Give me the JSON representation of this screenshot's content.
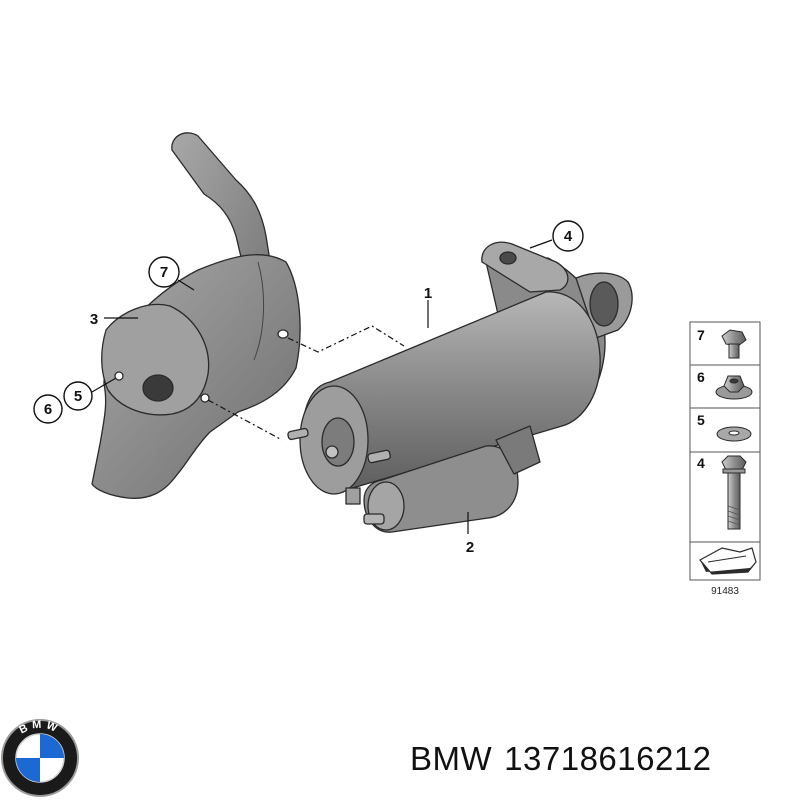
{
  "callouts": {
    "c1": "1",
    "c2": "2",
    "c3": "3",
    "c4": "4",
    "c5": "5",
    "c6": "6",
    "c7": "7"
  },
  "legend": {
    "items": [
      "7",
      "6",
      "5",
      "4"
    ],
    "reference_number": "91483"
  },
  "caption": {
    "brand": "BMW",
    "part_number": "13718616212"
  },
  "logo": {
    "icon": "bmw-roundel-icon",
    "letters": "BMW"
  },
  "colors": {
    "part_gray": "#8a8a8a",
    "outline": "#2a2a2a",
    "logo_blue": "#1c69d4",
    "logo_black": "#1a1a1a"
  }
}
